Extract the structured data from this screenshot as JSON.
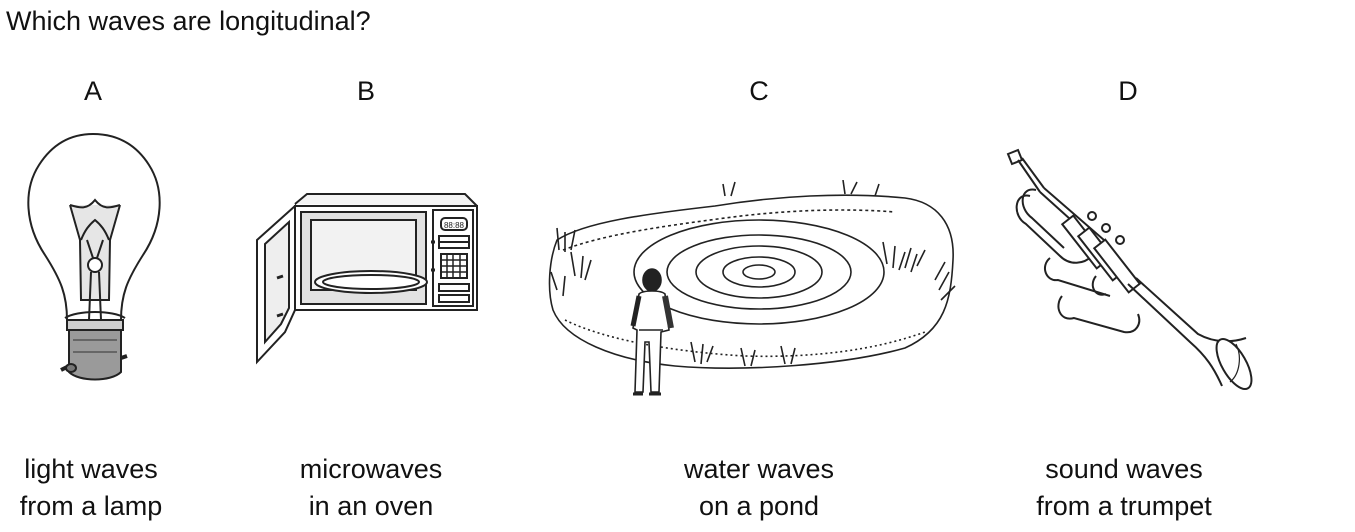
{
  "question": "Which waves are longitudinal?",
  "options": [
    {
      "letter": "A",
      "caption_line1": "light waves",
      "caption_line2": "from a lamp",
      "icon": "light-bulb-icon"
    },
    {
      "letter": "B",
      "caption_line1": "microwaves",
      "caption_line2": "in an oven",
      "icon": "microwave-oven-icon"
    },
    {
      "letter": "C",
      "caption_line1": "water waves",
      "caption_line2": "on a pond",
      "icon": "pond-ripples-icon"
    },
    {
      "letter": "D",
      "caption_line1": "sound waves",
      "caption_line2": "from a trumpet",
      "icon": "trumpet-icon"
    }
  ],
  "microwave_display": "88:88"
}
